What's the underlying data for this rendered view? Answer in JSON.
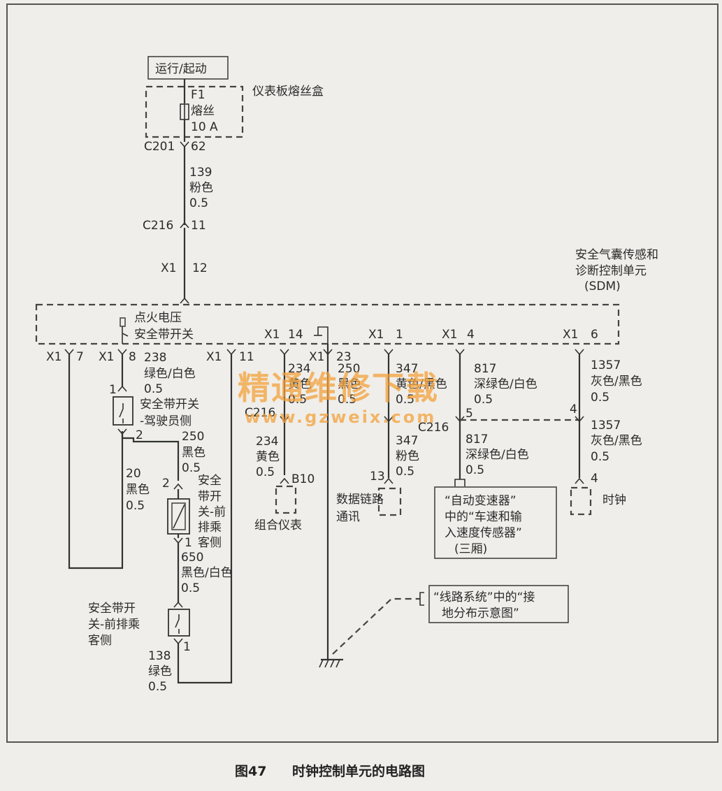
{
  "power": {
    "label": "运行/起动"
  },
  "fuse_box": {
    "title": "仪表板熔丝盒",
    "fuse_id": "F1",
    "fuse_type": "熔丝",
    "rating": "10 A"
  },
  "connectors": {
    "c201": "C201",
    "c201_pin": "62",
    "c216": "C216",
    "c216_pin_top": "11",
    "x1": "X1",
    "x1_pin_12": "12",
    "x1_pin_7": "7",
    "x1_pin_8": "8",
    "x1_pin_11": "11",
    "x1_pin_14": "14",
    "x1_pin_23": "23",
    "x1_pin_1": "1",
    "x1_pin_4": "4",
    "x1_pin_6": "6",
    "c216_pin_5": "5",
    "c216_pin_4": "4"
  },
  "wires": {
    "w139": {
      "id": "139",
      "color": "粉色",
      "gauge": "0.5"
    },
    "w238": {
      "id": "238",
      "color": "绿色/白色",
      "gauge": "0.5"
    },
    "w234a": {
      "id": "234",
      "color": "黄色",
      "gauge": "0.5"
    },
    "w250a": {
      "id": "250",
      "color": "黑色",
      "gauge": "0.5"
    },
    "w347a": {
      "id": "347",
      "color": "黄色/黑色",
      "gauge": "0.5"
    },
    "w817a": {
      "id": "817",
      "color": "深绿色/白色",
      "gauge": "0.5"
    },
    "w1357a": {
      "id": "1357",
      "color": "灰色/黑色",
      "gauge": "0.5"
    },
    "w250b": {
      "id": "250",
      "color": "黑色",
      "gauge": "0.5"
    },
    "w20": {
      "id": "20",
      "color": "黑色",
      "gauge": "0.5"
    },
    "w234b": {
      "id": "234",
      "color": "黄色",
      "gauge": "0.5"
    },
    "w347b": {
      "id": "347",
      "color": "粉色",
      "gauge": "0.5"
    },
    "w817b": {
      "id": "817",
      "color": "深绿色/白色",
      "gauge": "0.5"
    },
    "w1357b": {
      "id": "1357",
      "color": "灰色/黑色",
      "gauge": "0.5"
    },
    "w650": {
      "id": "650",
      "color": "黑色/白色",
      "gauge": "0.5"
    },
    "w138": {
      "id": "138",
      "color": "绿色",
      "gauge": "0.5"
    }
  },
  "sdm": {
    "name_line1": "安全气囊传感和",
    "name_line2": "诊断控制单元",
    "name_line3": "(SDM)",
    "ignition": "点火电压",
    "belt_switch": "安全带开关"
  },
  "switches": {
    "driver_line1": "安全带开关",
    "driver_line2": "-驾驶员侧",
    "driver_pin1": "1",
    "driver_pin2": "2",
    "pass_front_lines": [
      "安全",
      "带开",
      "关-前",
      "排乘",
      "客侧"
    ],
    "pass_front_pin2": "2",
    "pass_front_pin1": "1",
    "pass_lower_lines": [
      "安全带开",
      "关-前排乘",
      "客侧"
    ],
    "pass_lower_pin1": "1"
  },
  "components": {
    "cluster_pin": "B10",
    "cluster": "组合仪表",
    "data_line1": "数据链路",
    "data_line2": "通讯",
    "data_pin": "13",
    "clock_pin": "4",
    "clock": "时钟",
    "vss_line1": "“自动变速器”",
    "vss_line2": "中的“车速和输",
    "vss_line3": "入速度传感器”",
    "vss_line4": "(三厢)",
    "ground_line1": "“线路系统”中的“接",
    "ground_line2": "地分布示意图”"
  },
  "watermark": {
    "cn": "精通维修下载",
    "url": "www.gzweix.com"
  },
  "caption": {
    "fig": "图47",
    "title": "时钟控制单元的电路图"
  }
}
